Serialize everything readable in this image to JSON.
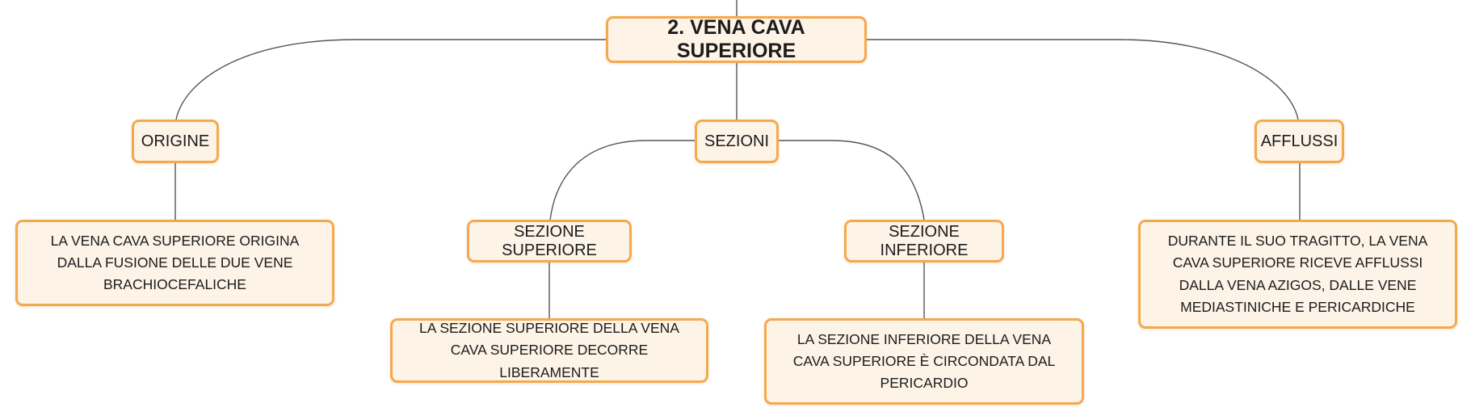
{
  "diagram": {
    "type": "mind-map",
    "colors": {
      "node_border": "#f4a94e",
      "node_fill": "#fdf3e6",
      "connector": "#555555"
    },
    "root": "2. VENA CAVA SUPERIORE",
    "branches": {
      "origine": {
        "label": "ORIGINE",
        "detail": "LA VENA CAVA SUPERIORE ORIGINA DALLA FUSIONE DELLE DUE VENE BRACHIOCEFALICHE"
      },
      "sezioni": {
        "label": "SEZIONI",
        "superiore": {
          "label": "SEZIONE SUPERIORE",
          "detail": "LA SEZIONE SUPERIORE DELLA VENA CAVA SUPERIORE DECORRE LIBERAMENTE"
        },
        "inferiore": {
          "label": "SEZIONE INFERIORE",
          "detail": "LA SEZIONE INFERIORE DELLA VENA CAVA SUPERIORE È CIRCONDATA DAL PERICARDIO"
        }
      },
      "afflussi": {
        "label": "AFFLUSSI",
        "detail": "DURANTE IL SUO TRAGITTO, LA VENA CAVA SUPERIORE RICEVE AFFLUSSI DALLA VENA AZIGOS, DALLE VENE MEDIASTINICHE E PERICARDICHE"
      }
    }
  }
}
